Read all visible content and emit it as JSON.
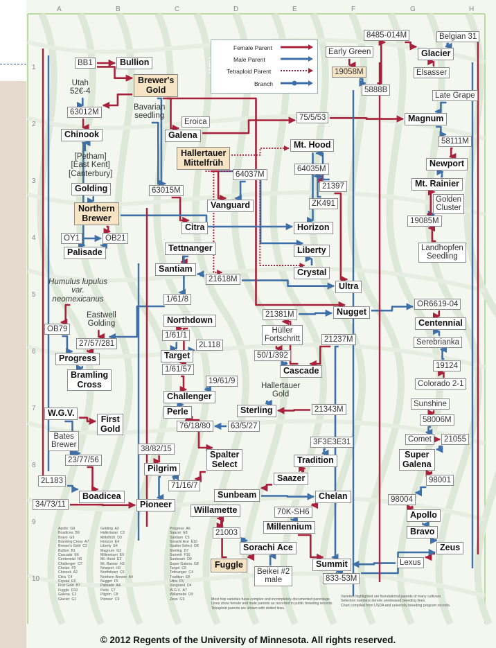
{
  "key": {
    "title": "KEY",
    "female": "Female Parent",
    "male": "Male Parent",
    "tetraploid": "Tetraploid Parent",
    "branch": "Branch"
  },
  "grid": {
    "columns": [
      "A",
      "B",
      "C",
      "D",
      "E",
      "F",
      "G",
      "H"
    ],
    "rows": [
      "1",
      "2",
      "3",
      "4",
      "5",
      "6",
      "7",
      "8",
      "9",
      "10"
    ]
  },
  "colors": {
    "female": "#a8203a",
    "male": "#3e6fa8",
    "poster": "#f3f7ef",
    "highlight": "#f6e4c4",
    "key": "#8cc63f"
  },
  "copyright": "© 2012 Regents of the University of Minnesota. All rights reserved.",
  "nodes": [
    {
      "id": "bb1",
      "label": "BB1",
      "style": "plain"
    },
    {
      "id": "bullion",
      "label": "Bullion",
      "style": "bold"
    },
    {
      "id": "brewersgold",
      "label": "Brewer's\nGold",
      "style": "tan"
    },
    {
      "id": "utah",
      "label": "Utah\n52€-4",
      "style": "plain-noborder"
    },
    {
      "id": "n63012",
      "label": "63012M",
      "style": "plain"
    },
    {
      "id": "chinook",
      "label": "Chinook",
      "style": "bold"
    },
    {
      "id": "bavarian",
      "label": "Bavarian\nseedling",
      "style": "plain-noborder"
    },
    {
      "id": "eroica",
      "label": "Eroica",
      "style": "plain"
    },
    {
      "id": "galena",
      "label": "Galena",
      "style": "bold"
    },
    {
      "id": "hallertauermf",
      "label": "Hallertauer\nMittelfrüh",
      "style": "tan"
    },
    {
      "id": "pethamgroup",
      "label": "[Petham]\n[East Kent]\n[Canterbury]",
      "style": "plain-noborder"
    },
    {
      "id": "golding",
      "label": "Golding",
      "style": "bold"
    },
    {
      "id": "northernbrewer",
      "label": "Northern\nBrewer",
      "style": "tan"
    },
    {
      "id": "oy1",
      "label": "OY1",
      "style": "plain"
    },
    {
      "id": "ob21",
      "label": "OB21",
      "style": "plain"
    },
    {
      "id": "palisade",
      "label": "Palisade",
      "style": "bold"
    },
    {
      "id": "n63015",
      "label": "63015M",
      "style": "plain"
    },
    {
      "id": "citra",
      "label": "Citra",
      "style": "bold"
    },
    {
      "id": "vanguard",
      "label": "Vanguard",
      "style": "bold"
    },
    {
      "id": "n64037",
      "label": "64037M",
      "style": "plain"
    },
    {
      "id": "n64035",
      "label": "64035M",
      "style": "plain"
    },
    {
      "id": "n21397",
      "label": "21397",
      "style": "plain"
    },
    {
      "id": "zk491",
      "label": "ZK491",
      "style": "plain"
    },
    {
      "id": "mthood",
      "label": "Mt. Hood",
      "style": "bold"
    },
    {
      "id": "horizon",
      "label": "Horizon",
      "style": "bold"
    },
    {
      "id": "tettnanger",
      "label": "Tettnanger",
      "style": "bold"
    },
    {
      "id": "liberty",
      "label": "Liberty",
      "style": "bold"
    },
    {
      "id": "santiam",
      "label": "Santiam",
      "style": "bold"
    },
    {
      "id": "n21618",
      "label": "21618M",
      "style": "plain"
    },
    {
      "id": "crystal",
      "label": "Crystal",
      "style": "bold"
    },
    {
      "id": "ultra",
      "label": "Ultra",
      "style": "bold"
    },
    {
      "id": "humulus",
      "label": "Humulus lupulus\nvar.\nneomexicanus",
      "style": "italic"
    },
    {
      "id": "n1618",
      "label": "1/61/8",
      "style": "plain"
    },
    {
      "id": "n21381",
      "label": "21381M",
      "style": "plain"
    },
    {
      "id": "nugget",
      "label": "Nugget",
      "style": "bold"
    },
    {
      "id": "eastwell",
      "label": "Eastwell\nGolding",
      "style": "plain-noborder"
    },
    {
      "id": "northdown",
      "label": "Northdown",
      "style": "bold"
    },
    {
      "id": "ob79",
      "label": "OB79",
      "style": "plain"
    },
    {
      "id": "n1611",
      "label": "1/61/1",
      "style": "plain"
    },
    {
      "id": "huller",
      "label": "Hüller\nFortschritt",
      "style": "plain"
    },
    {
      "id": "n21237",
      "label": "21237M",
      "style": "plain"
    },
    {
      "id": "n2757281",
      "label": "27/57/281",
      "style": "plain"
    },
    {
      "id": "n2l118",
      "label": "2L118",
      "style": "plain"
    },
    {
      "id": "progress",
      "label": "Progress",
      "style": "bold"
    },
    {
      "id": "target",
      "label": "Target",
      "style": "bold"
    },
    {
      "id": "n501392",
      "label": "50/1/392",
      "style": "plain"
    },
    {
      "id": "bramling",
      "label": "Bramling\nCross",
      "style": "bold"
    },
    {
      "id": "n16157",
      "label": "1/61/57",
      "style": "plain"
    },
    {
      "id": "n1916",
      "label": "19/61/9",
      "style": "plain"
    },
    {
      "id": "cascade",
      "label": "Cascade",
      "style": "bold"
    },
    {
      "id": "hallgold",
      "label": "Hallertauer\nGold",
      "style": "plain-noborder"
    },
    {
      "id": "challenger",
      "label": "Challenger",
      "style": "bold"
    },
    {
      "id": "wgv",
      "label": "W.G.V.",
      "style": "bold"
    },
    {
      "id": "firstgold",
      "label": "First\nGold",
      "style": "bold"
    },
    {
      "id": "perle",
      "label": "Perle",
      "style": "bold"
    },
    {
      "id": "n761880",
      "label": "76/18/80",
      "style": "plain"
    },
    {
      "id": "n63527",
      "label": "63/5/27",
      "style": "plain"
    },
    {
      "id": "sterling",
      "label": "Sterling",
      "style": "bold"
    },
    {
      "id": "n21343",
      "label": "21343M",
      "style": "plain"
    },
    {
      "id": "batesbrewer",
      "label": "Bates\nBrewer",
      "style": "plain"
    },
    {
      "id": "n237756",
      "label": "23/77/56",
      "style": "plain"
    },
    {
      "id": "n388215",
      "label": "38/82/15",
      "style": "plain"
    },
    {
      "id": "spalter",
      "label": "Spalter\nSelect",
      "style": "bold"
    },
    {
      "id": "n2l183",
      "label": "2L183",
      "style": "plain"
    },
    {
      "id": "pilgrim",
      "label": "Pilgrim",
      "style": "bold"
    },
    {
      "id": "n71167",
      "label": "71/16/7",
      "style": "plain"
    },
    {
      "id": "saazer",
      "label": "Saazer",
      "style": "bold"
    },
    {
      "id": "tradition",
      "label": "Tradition",
      "style": "bold"
    },
    {
      "id": "n3f3e3e",
      "label": "3F3E3E31",
      "style": "plain"
    },
    {
      "id": "n347311",
      "label": "34/73/11",
      "style": "plain"
    },
    {
      "id": "boadicea",
      "label": "Boadicea",
      "style": "bold"
    },
    {
      "id": "pioneer",
      "label": "Pioneer",
      "style": "bold"
    },
    {
      "id": "sunbeam",
      "label": "Sunbeam",
      "style": "bold"
    },
    {
      "id": "chelan",
      "label": "Chelan",
      "style": "bold"
    },
    {
      "id": "willamette",
      "label": "Willamette",
      "style": "bold"
    },
    {
      "id": "n70ksh6",
      "label": "70K-SH6",
      "style": "plain"
    },
    {
      "id": "millennium",
      "label": "Millennium",
      "style": "bold"
    },
    {
      "id": "n21003",
      "label": "21003",
      "style": "plain"
    },
    {
      "id": "sorachi",
      "label": "Sorachi Ace",
      "style": "bold"
    },
    {
      "id": "fuggle",
      "label": "Fuggle",
      "style": "tan"
    },
    {
      "id": "beikei",
      "label": "Beikei #2\nmale",
      "style": "plain"
    },
    {
      "id": "summit",
      "label": "Summit",
      "style": "bold"
    },
    {
      "id": "n83353",
      "label": "833-53M",
      "style": "plain"
    },
    {
      "id": "lexus",
      "label": "Lexus",
      "style": "plain"
    },
    {
      "id": "zeus",
      "label": "Zeus",
      "style": "bold"
    },
    {
      "id": "bravo",
      "label": "Bravo",
      "style": "bold"
    },
    {
      "id": "apollo",
      "label": "Apollo",
      "style": "bold"
    },
    {
      "id": "n98004",
      "label": "98004",
      "style": "plain"
    },
    {
      "id": "n98001",
      "label": "98001",
      "style": "plain"
    },
    {
      "id": "supergalena",
      "label": "Super\nGalena",
      "style": "bold"
    },
    {
      "id": "comet",
      "label": "Comet",
      "style": "plain"
    },
    {
      "id": "n21055",
      "label": "21055",
      "style": "plain"
    },
    {
      "id": "n58006",
      "label": "58006M",
      "style": "plain"
    },
    {
      "id": "sunshine",
      "label": "Sunshine",
      "style": "plain"
    },
    {
      "id": "colorado",
      "label": "Colorado 2-1",
      "style": "plain"
    },
    {
      "id": "n19124",
      "label": "19124",
      "style": "plain"
    },
    {
      "id": "serebrianka",
      "label": "Serebrianka",
      "style": "plain"
    },
    {
      "id": "centennial",
      "label": "Centennial",
      "style": "bold"
    },
    {
      "id": "or6619",
      "label": "OR6619-04",
      "style": "plain"
    },
    {
      "id": "landhopfen",
      "label": "Landhopfen\nSeedling",
      "style": "plain"
    },
    {
      "id": "n19085",
      "label": "19085M",
      "style": "plain"
    },
    {
      "id": "goldencluster",
      "label": "Golden\nCluster",
      "style": "plain"
    },
    {
      "id": "mtrainier",
      "label": "Mt. Rainier",
      "style": "bold"
    },
    {
      "id": "newport",
      "label": "Newport",
      "style": "bold"
    },
    {
      "id": "n58111",
      "label": "58111M",
      "style": "plain"
    },
    {
      "id": "magnum",
      "label": "Magnum",
      "style": "bold"
    },
    {
      "id": "lategrape",
      "label": "Late Grape",
      "style": "plain"
    },
    {
      "id": "elsasser",
      "label": "Elsasser",
      "style": "plain"
    },
    {
      "id": "glacier",
      "label": "Glacier",
      "style": "bold"
    },
    {
      "id": "belgian31",
      "label": "Belgian 31",
      "style": "plain"
    },
    {
      "id": "n8485",
      "label": "8485-014M",
      "style": "plain"
    },
    {
      "id": "earlygreen",
      "label": "Early Green",
      "style": "plain"
    },
    {
      "id": "n19058",
      "label": "19058M",
      "style": "tan-plain"
    },
    {
      "id": "n5888",
      "label": "5888B",
      "style": "plain"
    },
    {
      "id": "n75453",
      "label": "75/5/53",
      "style": "plain"
    }
  ]
}
